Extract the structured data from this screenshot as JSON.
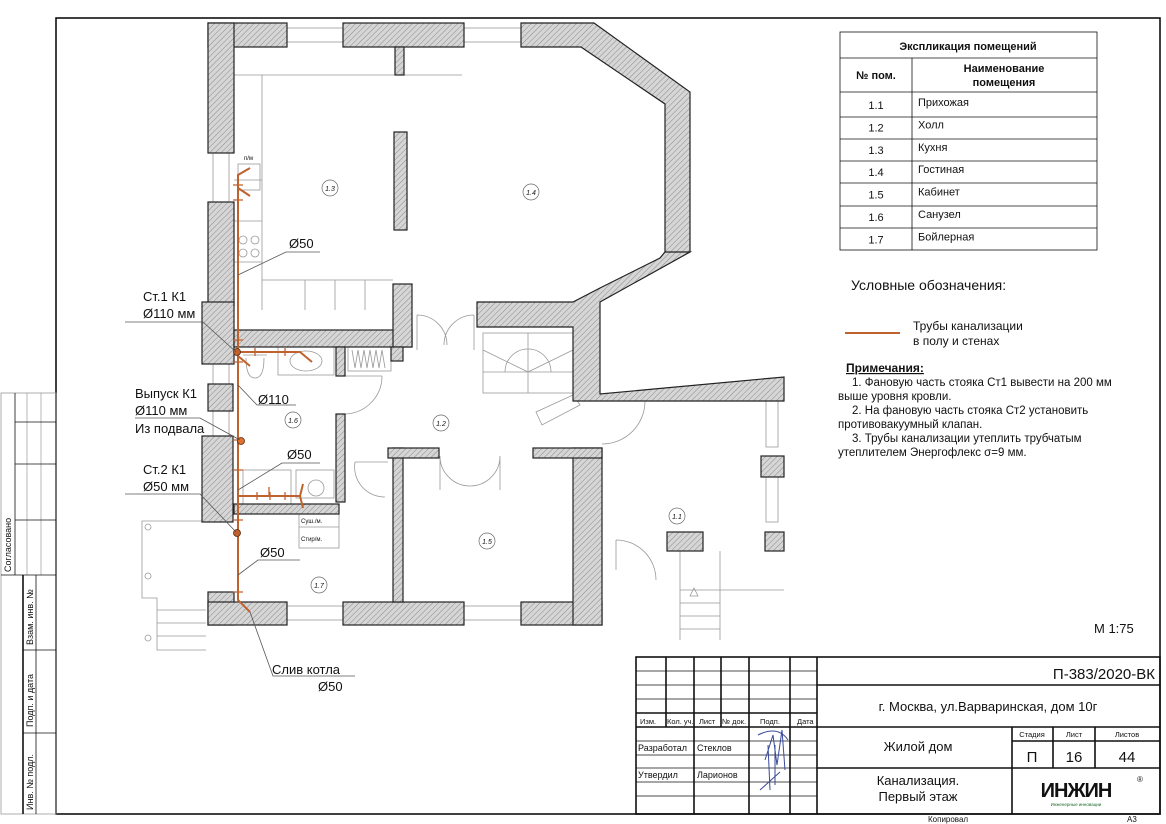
{
  "explication": {
    "title": "Экспликация помещений",
    "col_num": "№ пом.",
    "col_name_1": "Наименование",
    "col_name_2": "помещения",
    "rows": [
      {
        "num": "1.1",
        "name": "Прихожая"
      },
      {
        "num": "1.2",
        "name": "Холл"
      },
      {
        "num": "1.3",
        "name": "Кухня"
      },
      {
        "num": "1.4",
        "name": "Гостиная"
      },
      {
        "num": "1.5",
        "name": "Кабинет"
      },
      {
        "num": "1.6",
        "name": "Санузел"
      },
      {
        "num": "1.7",
        "name": "Бойлерная"
      }
    ]
  },
  "legend": {
    "title": "Условные обозначения:",
    "pipe_line_1": "Трубы канализации",
    "pipe_line_2": "в полу и стенах",
    "pipe_color": "#c0622e"
  },
  "notes": {
    "title": "Примечания:",
    "lines": [
      "1.    Фановую часть стояка Ст1   вывести на 200 мм",
      "выше уровня кровли.",
      "2.    На фановую часть стояка Ст2 установить",
      "противовакуумный клапан.",
      "3.    Трубы канализации утеплить трубчатым",
      "утеплителем Энергофлекс σ=9 мм."
    ]
  },
  "scale": "М 1:75",
  "plan": {
    "rooms": [
      "1.1",
      "1.2",
      "1.3",
      "1.4",
      "1.5",
      "1.6",
      "1.7"
    ],
    "pm": "п/м",
    "sush": "Суш./м.",
    "stir": "Стир/м.",
    "d50_kitchen": "Ø50",
    "d110": "Ø110",
    "d50_bath": "Ø50",
    "d50_boiler": "Ø50",
    "st1_a": "Ст.1 К1",
    "st1_b": "Ø110 мм",
    "vyp_a": "Выпуск К1",
    "vyp_b": "Ø110 мм",
    "vyp_c": "Из подвала",
    "st2_a": "Ст.2 К1",
    "st2_b": "Ø50 мм",
    "sliv_a": "Слив котла",
    "sliv_b": "Ø50"
  },
  "stamp": {
    "code": "П-383/2020-ВК",
    "address": "г. Москва, ул.Варваринская, дом 10г",
    "object": "Жилой дом",
    "sheet_title_1": "Канализация.",
    "sheet_title_2": "Первый этаж",
    "cols": [
      "Изм.",
      "Кол. уч.",
      "Лист",
      "№ док.",
      "Подп.",
      "Дата"
    ],
    "role_1": "Разработал",
    "name_1": "Стеклов",
    "role_2": "Утвердил",
    "name_2": "Ларионов",
    "stage_label": "Стадия",
    "sheet_label": "Лист",
    "sheets_label": "Листов",
    "stage": "П",
    "sheet": "16",
    "sheets": "44",
    "logo": "ИНЖИН",
    "logo_sub": "Инженерные инновации",
    "logo_color": "#1a6a2a",
    "copied": "Копировал",
    "format": "А3"
  },
  "side_stamp": {
    "agreed": "Согласовано",
    "replace": "Взам. инв. №",
    "sign_date": "Подп. и дата",
    "inv": "Инв. № подл."
  }
}
